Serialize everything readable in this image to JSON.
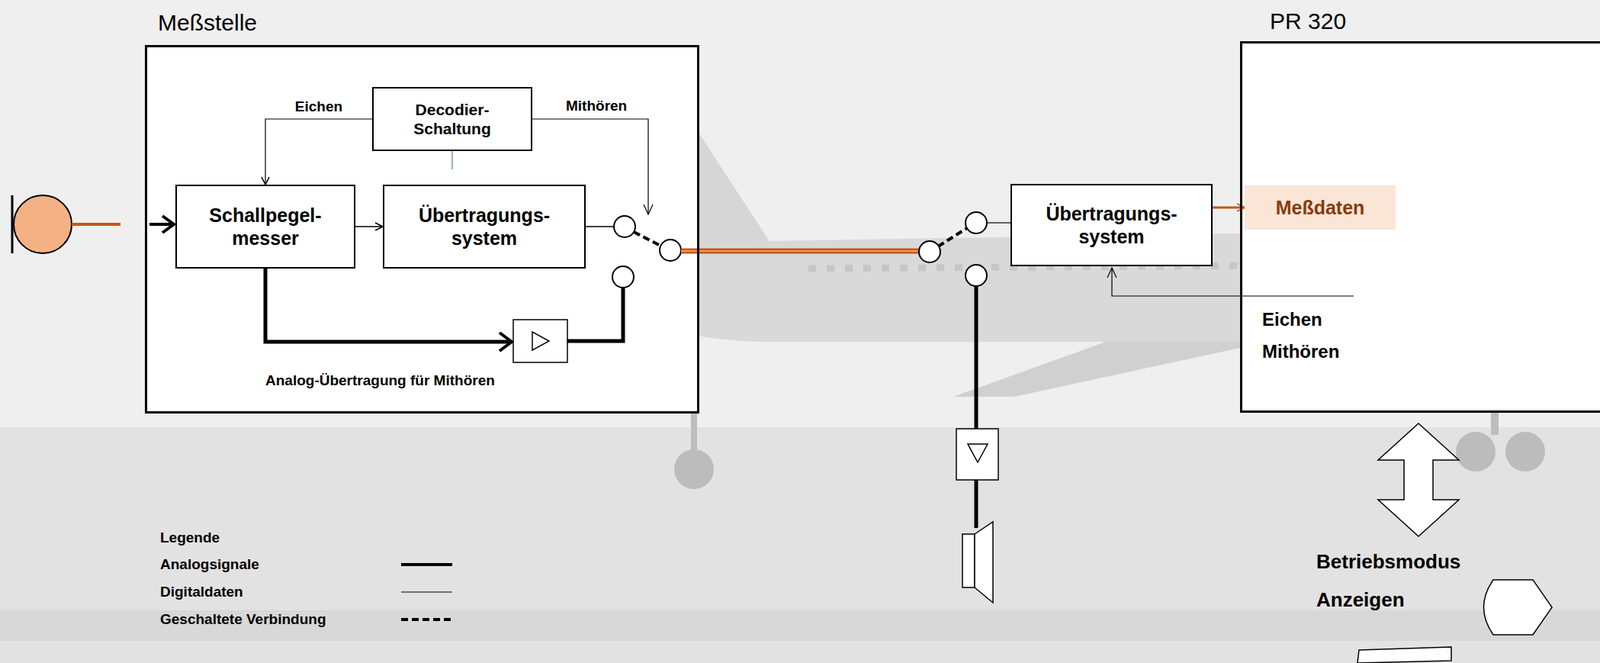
{
  "diagram": {
    "nodes": [
      {
        "text": [
          "Meßstelle"
        ]
      },
      {
        "text": [
          "Decodier- Schaltung"
        ],
        "in": 0
      },
      {
        "text": [
          "Schallpegel- messer"
        ],
        "in": 0
      },
      {
        "text": [
          "Übertragungs- system"
        ],
        "in": 0
      },
      {
        "text": [
          "Übertragungs- system"
        ]
      },
      {
        "text": [
          "PR 320"
        ]
      },
      {
        "text": [
          "Meßdaten"
        ],
        "in": 5
      }
    ],
    "edges": [
      {
        "from": 1,
        "to": 2,
        "arrow": "to",
        "label": "Eichen"
      },
      {
        "from": 2,
        "to": 3,
        "arrow": "to"
      },
      {
        "from": 4,
        "to": 6,
        "arrow": "to"
      }
    ],
    "labels": [
      "Mithören",
      "Analog-Übertragung für Mithören",
      "Eichen Mithören",
      "Betriebsmodus Anzeigen",
      "Legende"
    ],
    "legend": [
      {
        "text": "Analogsignale"
      },
      {
        "text": "Digitaldaten"
      },
      {
        "text": "Geschaltete Verbindung"
      }
    ]
  }
}
